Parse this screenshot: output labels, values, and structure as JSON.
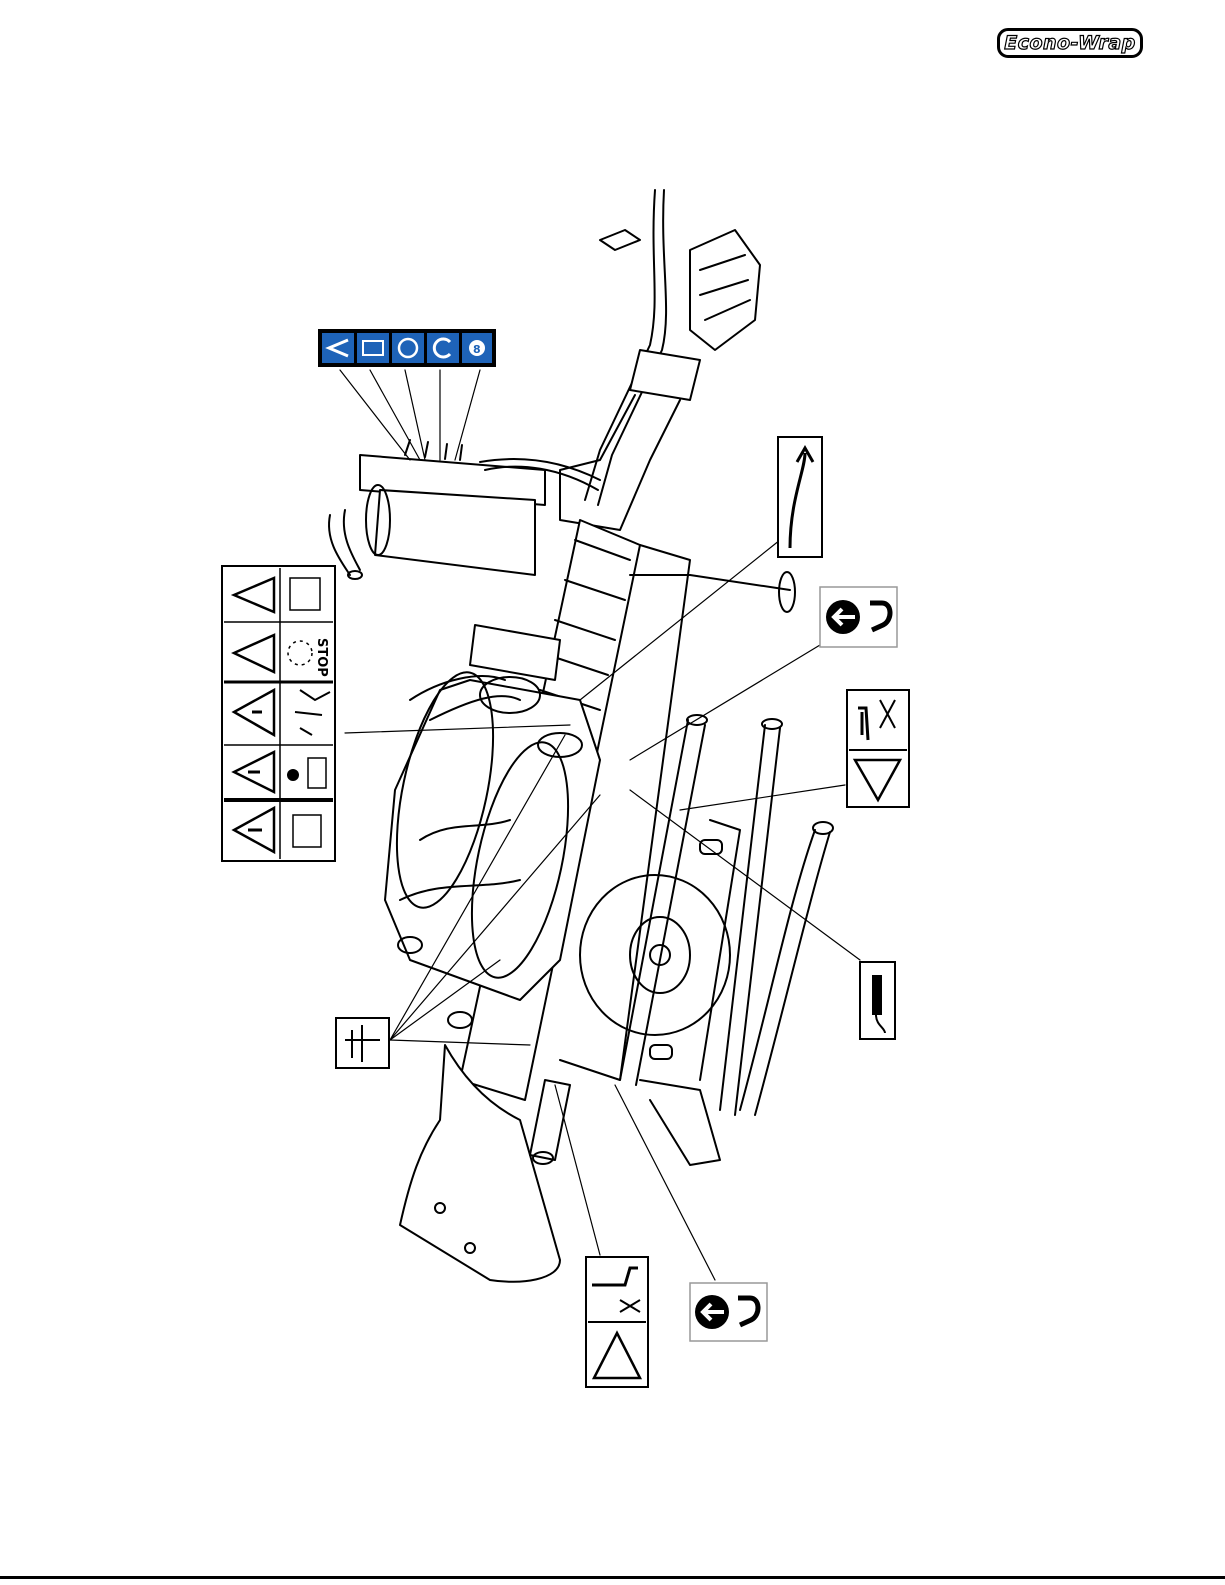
{
  "header": {
    "logo_text": "Econo-Wrap"
  },
  "decals": {
    "operation_icons": {
      "count": 5,
      "color": "#1e63b8"
    },
    "warning_panel_stop_text": "STOP",
    "direction_arrow": "rotation-arrow-icon",
    "lifting_points": [
      "lifting-hook-icon",
      "lifting-hook-icon"
    ]
  },
  "colors": {
    "ink": "#000000",
    "paper": "#ffffff",
    "icon_blue": "#1e63b8"
  }
}
